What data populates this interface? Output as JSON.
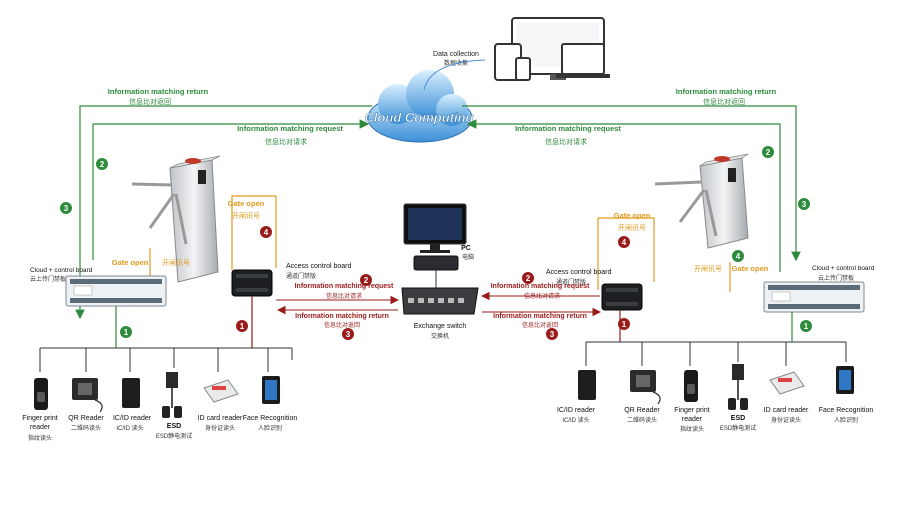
{
  "cloud": {
    "label": "Cloud Computing"
  },
  "data_collection": {
    "title": "Data collection",
    "title_cn": "数据收集"
  },
  "pc": {
    "title": "PC",
    "title_cn": "电脑"
  },
  "switch": {
    "title": "Exchange switch",
    "title_cn": "交换机"
  },
  "left": {
    "return_en": "Information matching return",
    "return_cn": "信息比对返回",
    "request_en": "Information matching request",
    "request_cn": "信息比对请求",
    "gate_open_top_en": "Gate open",
    "gate_open_top_cn": "开闸讯号",
    "gate_open_mid_en": "Gate open",
    "gate_open_mid_cn": "开闸讯号",
    "cloud_board_en": "Cloud + control board",
    "cloud_board_cn": "云上传门禁板",
    "access_board_en": "Access control board",
    "access_board_cn": "通道门禁版",
    "switch_request_en": "Information matching request",
    "switch_request_cn": "信息比对请求",
    "switch_return_en": "Information matching return",
    "switch_return_cn": "信息比对返回",
    "devices": [
      {
        "en": "Finger print",
        "en2": "reader",
        "cn": "指纹读头"
      },
      {
        "en": "QR Reader",
        "en2": "",
        "cn": "二维码读头"
      },
      {
        "en": "IC/ID reader",
        "en2": "",
        "cn": "IC/ID 读头"
      },
      {
        "en": "ESD",
        "en2": "",
        "cn": "ESD静电测试"
      },
      {
        "en": "ID card reader",
        "en2": "",
        "cn": "身份证读头"
      },
      {
        "en": "Face Recognition",
        "en2": "",
        "cn": "人脸识别"
      }
    ]
  },
  "right": {
    "return_en": "Information matching return",
    "return_cn": "信息比对返回",
    "request_en": "Information matching request",
    "request_cn": "信息比对请求",
    "gate_open_top_en": "Gate open",
    "gate_open_top_cn": "开闸讯号",
    "gate_open_mid_en": "Gate open",
    "gate_open_mid_cn": "开闸讯号",
    "cloud_board_en": "Cloud + control board",
    "cloud_board_cn": "云上传门禁板",
    "access_board_en": "Access control board",
    "access_board_cn": "通道门禁版",
    "switch_request_en": "Information matching request",
    "switch_request_cn": "信息比对请求",
    "switch_return_en": "Information matching return",
    "switch_return_cn": "信息比对返回",
    "devices": [
      {
        "en": "IC/ID reader",
        "en2": "",
        "cn": "IC/ID 读头"
      },
      {
        "en": "QR Reader",
        "en2": "",
        "cn": "二维码读头"
      },
      {
        "en": "Finger print",
        "en2": "reader",
        "cn": "指纹读头"
      },
      {
        "en": "ESD",
        "en2": "",
        "cn": "ESD静电测试"
      },
      {
        "en": "ID card reader",
        "en2": "",
        "cn": "身份证读头"
      },
      {
        "en": "Face Recognition",
        "en2": "",
        "cn": "人脸识别"
      }
    ]
  },
  "steps": {
    "s1": "1",
    "s2": "2",
    "s3": "3",
    "s4": "4"
  },
  "colors": {
    "green": "#2e8b3c",
    "orange": "#e39a1e",
    "red": "#9b1b1b",
    "dark_green": "#1f6a2c"
  }
}
